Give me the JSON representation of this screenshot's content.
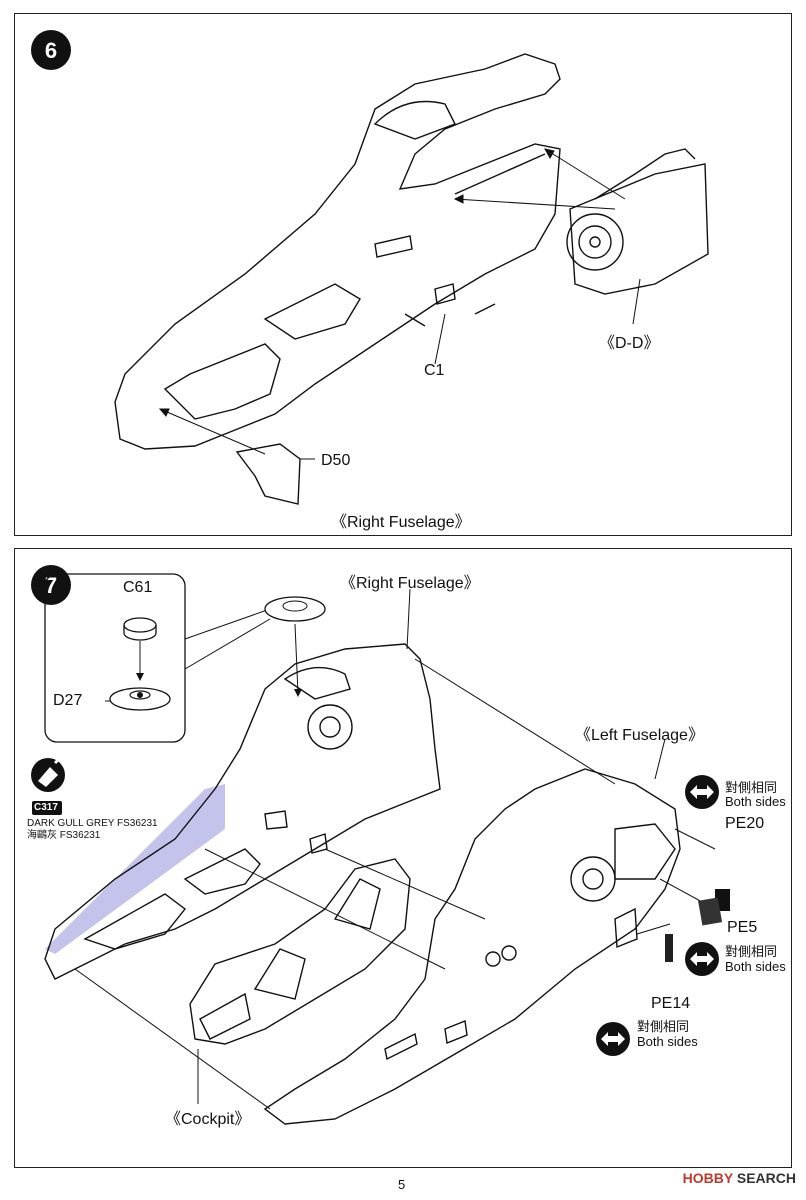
{
  "step6": {
    "number": "6",
    "label_c1": "C1",
    "label_dd": "《D-D》",
    "label_d50": "D50",
    "caption": "《Right Fuselage》"
  },
  "step7": {
    "number": "7",
    "label_c61": "C61",
    "label_d27": "D27",
    "label_right_fuselage": "《Right Fuselage》",
    "label_left_fuselage": "《Left Fuselage》",
    "label_cockpit": "《Cockpit》",
    "paint": {
      "code": "C317",
      "name_en": "DARK GULL GREY FS36231",
      "name_cn": "海鷗灰 FS36231",
      "color": "#b9b8e8"
    },
    "pe20": "PE20",
    "pe5": "PE5",
    "pe14": "PE14",
    "both_sides_cn_1": "對側相同",
    "both_sides_en_1": "Both sides",
    "both_sides_cn_2": "對側相同",
    "both_sides_en_2": "Both sides",
    "both_sides_cn_3": "對側相同",
    "both_sides_en_3": "Both sides"
  },
  "footer": {
    "page_number": "5",
    "watermark_brand": "HOBBY",
    "watermark_search": "SEARCH"
  }
}
